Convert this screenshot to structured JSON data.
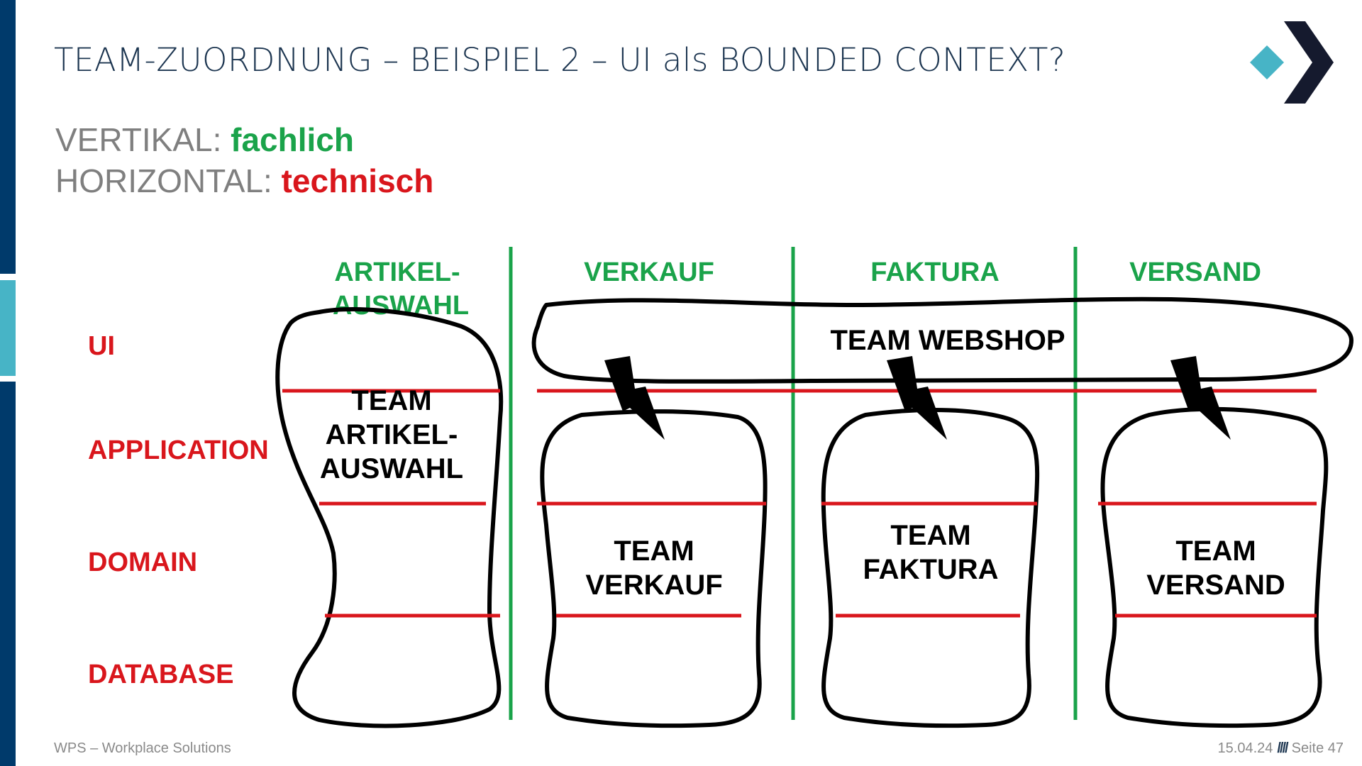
{
  "slide": {
    "title": "TEAM-ZUORDNUNG – BEISPIEL 2 – UI als BOUNDED CONTEXT?",
    "subtitle": {
      "vertical_label": "VERTIKAL: ",
      "vertical_value": "fachlich",
      "horizontal_label": "HORIZONTAL: ",
      "horizontal_value": "technisch"
    }
  },
  "colors": {
    "sidebar_dark": "#003a6b",
    "sidebar_accent": "#47b4c6",
    "fachlich": "#1aa34a",
    "technisch": "#d9161c",
    "title": "#1c3550"
  },
  "diagram": {
    "layers": [
      "UI",
      "APPLICATION",
      "DOMAIN",
      "DATABASE"
    ],
    "columns": [
      {
        "line1": "ARTIKEL-",
        "line2": "AUSWAHL"
      },
      {
        "line1": "VERKAUF"
      },
      {
        "line1": "FAKTURA"
      },
      {
        "line1": "VERSAND"
      }
    ],
    "teams": {
      "artikel": [
        "TEAM",
        "ARTIKEL-",
        "AUSWAHL"
      ],
      "webshop": "TEAM WEBSHOP",
      "verkauf": [
        "TEAM",
        "VERKAUF"
      ],
      "faktura": [
        "TEAM",
        "FAKTURA"
      ],
      "versand": [
        "TEAM",
        "VERSAND"
      ]
    },
    "conflict_icon": "lightning-bolt-icon"
  },
  "footer": {
    "company": "WPS – Workplace Solutions",
    "date": "15.04.24",
    "separator": "////",
    "page": "Seite 47"
  }
}
